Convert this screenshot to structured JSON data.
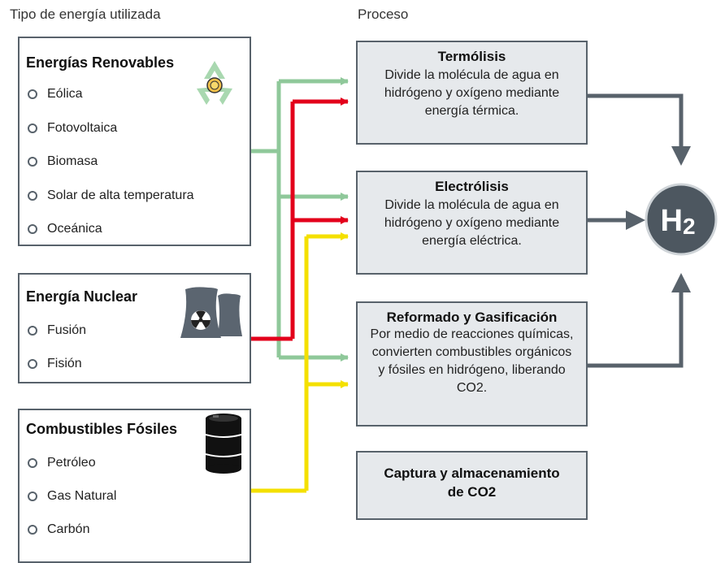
{
  "headers": {
    "sources": "Tipo de energía utilizada",
    "process": "Proceso"
  },
  "sources": {
    "renewables": {
      "title": "Energías Renovables",
      "items": [
        "Eólica",
        "Fotovoltaica",
        "Biomasa",
        "Solar de alta temperatura",
        "Oceánica"
      ],
      "icon": "recycle-icon"
    },
    "nuclear": {
      "title": "Energía Nuclear",
      "items": [
        "Fusión",
        "Fisión"
      ],
      "icon": "nuclear-plant-icon"
    },
    "fossil": {
      "title": "Combustibles Fósiles",
      "items": [
        "Petróleo",
        "Gas Natural",
        "Carbón"
      ],
      "icon": "oil-barrel-icon"
    }
  },
  "processes": {
    "thermolysis": {
      "title": "Termólisis",
      "lines": [
        "Divide la molécula de agua en",
        "hidrógeno y oxígeno mediante",
        "energía térmica."
      ]
    },
    "electrolysis": {
      "title": "Electrólisis",
      "lines": [
        "Divide la molécula de agua en",
        "hidrógeno y oxígeno mediante",
        "energía eléctrica."
      ]
    },
    "reforming": {
      "title": "Reformado y Gasificación",
      "lines": [
        "Por medio de reacciones químicas,",
        "convierten combustibles orgánicos",
        "y fósiles en hidrógeno, liberando",
        "CO2."
      ]
    },
    "capture": {
      "title_lines": [
        "Captura y almacenamiento",
        "de CO2"
      ]
    }
  },
  "output": {
    "label": "H2",
    "symbol": "H",
    "subscript": "2"
  },
  "colors": {
    "renewables_line": "#8fc89a",
    "nuclear_line": "#e3001b",
    "fossil_line": "#f4e000",
    "output_arrow": "#58626b",
    "process_fill": "#e6e9ec",
    "h2_circle": "#4d5760"
  }
}
